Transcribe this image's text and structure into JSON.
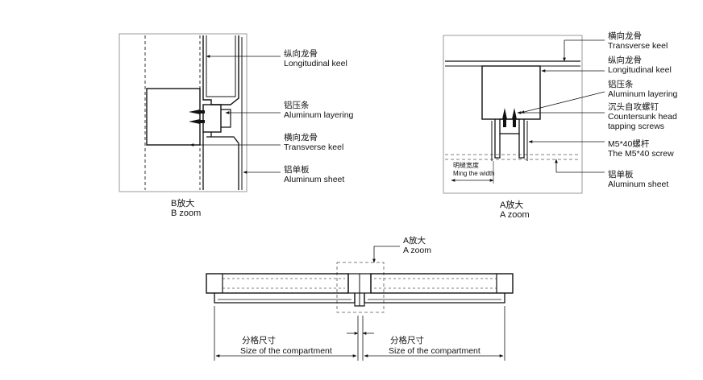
{
  "b_zoom": {
    "labels": {
      "longitudinal_cn": "纵向龙骨",
      "longitudinal_en": "Longitudinal keel",
      "layering_cn": "铝压条",
      "layering_en": "Aluminum layering",
      "transverse_cn": "横向龙骨",
      "transverse_en": "Transverse keel",
      "sheet_cn": "铝单板",
      "sheet_en": "Aluminum sheet"
    },
    "caption_cn": "B放大",
    "caption_en": "B zoom"
  },
  "a_zoom": {
    "labels": {
      "transverse_cn": "横向龙骨",
      "transverse_en": "Transverse keel",
      "longitudinal_cn": "纵向龙骨",
      "longitudinal_en": "Longitudinal keel",
      "layering_cn": "铝压条",
      "layering_en": "Aluminum layering",
      "screws_cn": "沉头自攻螺钉",
      "screws_en_1": "Countersunk head",
      "screws_en_2": "tapping screws",
      "m5_cn": "M5*40螺杆",
      "m5_en": "The M5*40 screw",
      "sheet_cn": "铝单板",
      "sheet_en": "Aluminum sheet",
      "width_cn": "明缝宽度",
      "width_en": "Ming the width"
    },
    "caption_cn": "A放大",
    "caption_en": "A zoom"
  },
  "overview": {
    "callout_cn": "A放大",
    "callout_en": "A zoom",
    "left_dim_cn": "分格尺寸",
    "left_dim_en": "Size of the compartment",
    "right_dim_cn": "分格尺寸",
    "right_dim_en": "Size of the compartment"
  }
}
